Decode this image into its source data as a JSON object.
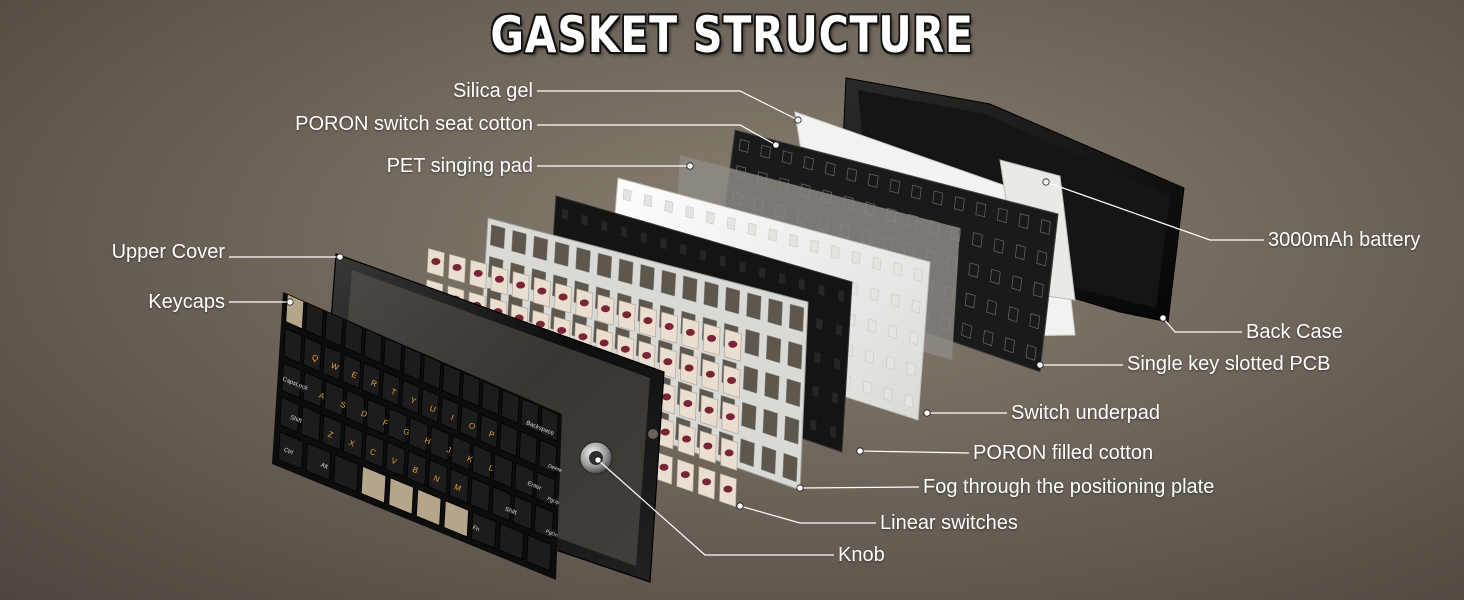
{
  "title": "GASKET STRUCTURE",
  "labels": {
    "silica_gel": "Silica gel",
    "poron_switch_seat_cotton": "PORON switch seat cotton",
    "pet_singing_pad": "PET singing pad",
    "upper_cover": "Upper Cover",
    "keycaps": "Keycaps",
    "battery": "3000mAh battery",
    "back_case": "Back Case",
    "single_key_slotted_pcb": "Single key slotted PCB",
    "switch_underpad": "Switch underpad",
    "poron_filled_cotton": "PORON filled cotton",
    "positioning_plate": "Fog through the positioning plate",
    "linear_switches": "Linear switches",
    "knob": "Knob"
  },
  "keycap_legends": {
    "capslock": "CapsLock",
    "shift": "Shift",
    "ctrl": "Ctrl",
    "alt": "Alt",
    "backspace": "Backspace",
    "enter": "Enter",
    "right_shift": "Shift",
    "pgup": "PgUp",
    "pgdn": "PgDn",
    "delete": "Delete",
    "fn": "Fn",
    "letters_row2": [
      "Q",
      "W",
      "E",
      "R",
      "T",
      "Y",
      "U",
      "I",
      "O",
      "P"
    ],
    "letters_row3": [
      "A",
      "S",
      "D",
      "F",
      "G",
      "H",
      "J",
      "K",
      "L"
    ],
    "letters_row4": [
      "Z",
      "X",
      "C",
      "V",
      "B",
      "N",
      "M"
    ]
  },
  "colors": {
    "background": "#6e665b",
    "keycap_dark": "#1c1c1c",
    "keycap_beige": "#b5a58a",
    "legend_orange": "#e8a53a",
    "switch_stem": "#7a2438",
    "switch_housing": "#e9ded0",
    "pcb": "#1a1a1a",
    "plate": "#f0f0ee",
    "leader_line": "#ffffff"
  }
}
